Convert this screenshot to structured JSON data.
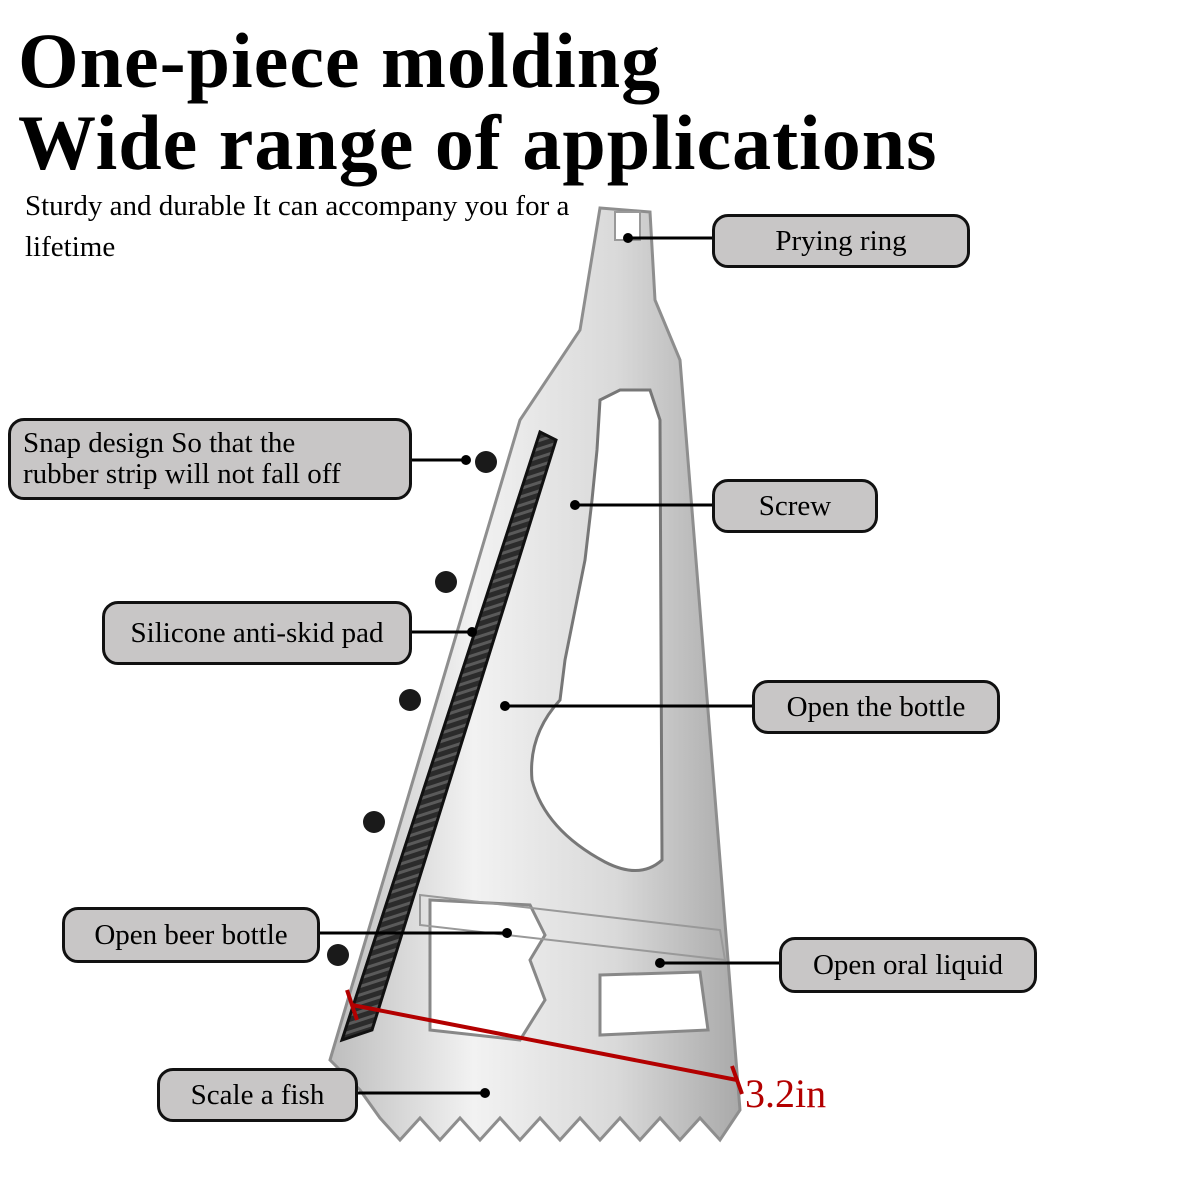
{
  "headline": {
    "line1": "One-piece molding",
    "line2": "Wide range of applications"
  },
  "subtitle": "Sturdy and durable It can accompany you for a lifetime",
  "callouts": {
    "prying_ring": "Prying ring",
    "snap_design_line1": "Snap design So that the",
    "snap_design_line2": "rubber strip will not fall off",
    "screw": "Screw",
    "silicone_pad": "Silicone anti-skid pad",
    "open_bottle": "Open the bottle",
    "open_beer_bottle": "Open beer bottle",
    "open_oral_liquid": "Open oral liquid",
    "scale_fish": "Scale a fish"
  },
  "measurement": {
    "label": "3.2in",
    "color": "#b30000"
  },
  "colors": {
    "callout_fill": "#c8c6c6",
    "steel_light": "#e6e6e6",
    "steel_mid": "#b8b8b8",
    "rubber": "#2a2a2a"
  }
}
